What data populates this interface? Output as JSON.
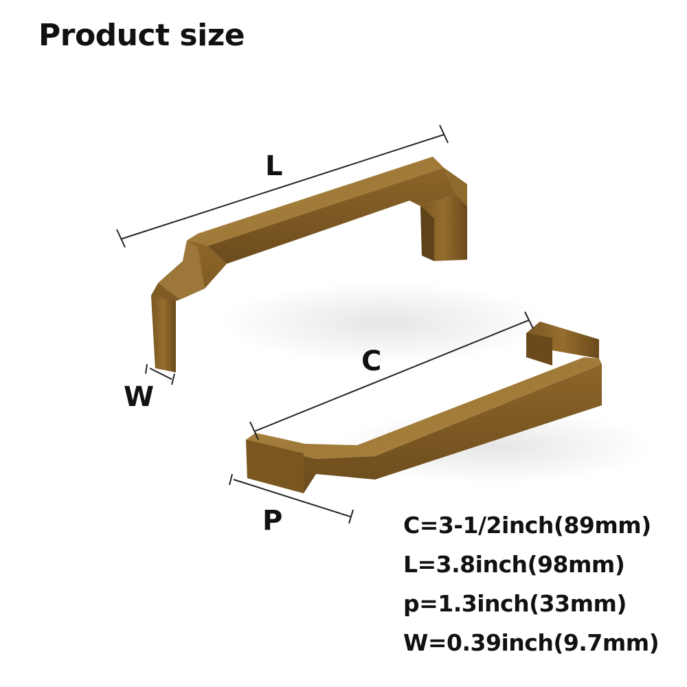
{
  "title": "Product size",
  "dimension_labels": {
    "length": "L",
    "center": "C",
    "width": "W",
    "projection": "P"
  },
  "specs": [
    "C=3-1/2inch(89mm)",
    "L=3.8inch(98mm)",
    "p=1.3inch(33mm)",
    "W=0.39inch(9.7mm)"
  ],
  "colors": {
    "brass_base": "#8a6428",
    "brass_top": "#b38a45",
    "brass_dark": "#5e4219",
    "text": "#111111",
    "dimension_line": "#222222"
  }
}
